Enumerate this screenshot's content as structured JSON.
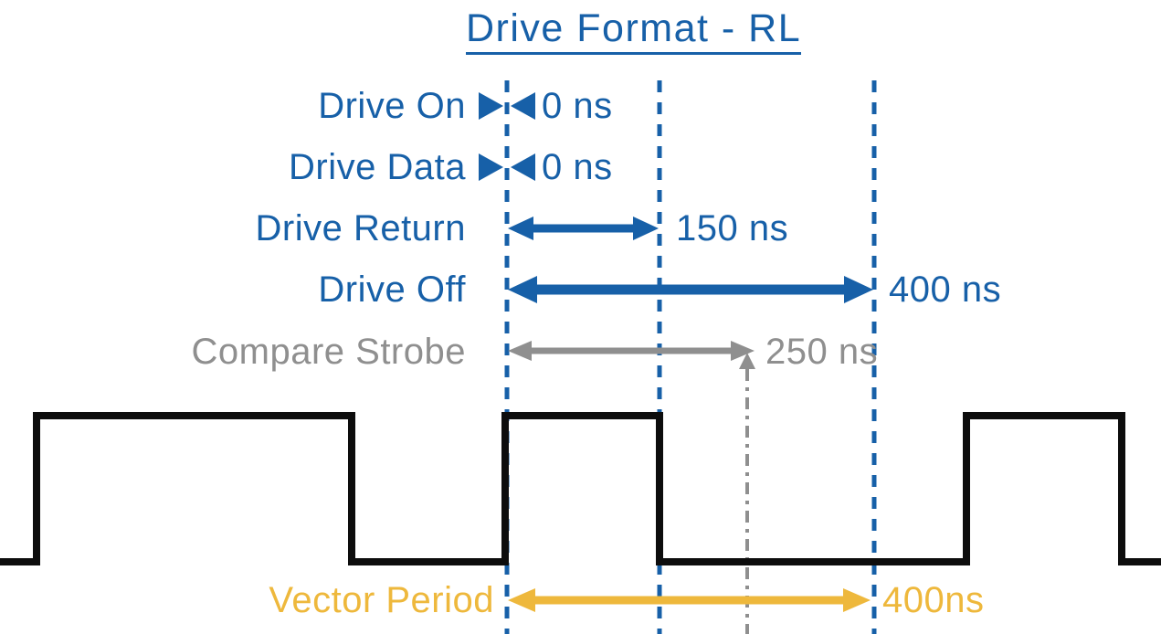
{
  "title": "Drive Format - RL",
  "rows": [
    {
      "label": "Drive On",
      "value": "0 ns"
    },
    {
      "label": "Drive Data",
      "value": "0 ns"
    },
    {
      "label": "Drive Return",
      "value": "150 ns"
    },
    {
      "label": "Drive Off",
      "value": "400 ns"
    },
    {
      "label": "Compare Strobe",
      "value": "250 ns"
    }
  ],
  "vector_period": {
    "label": "Vector Period",
    "value": "400ns"
  },
  "timing": {
    "drive_on_ns": 0,
    "drive_data_ns": 0,
    "drive_return_ns": 150,
    "drive_off_ns": 400,
    "compare_strobe_ns": 250,
    "vector_period_ns": 400
  },
  "colors": {
    "blue": "#1760A8",
    "gray": "#8F8F8F",
    "gold": "#EEB83C",
    "waveform_black": "#0D0D0D"
  },
  "icons": {
    "zero_width_marker": "bowtie-arrows",
    "span_marker": "double-headed-arrow",
    "strobe_marker": "up-arrow-dash-dot-line"
  }
}
